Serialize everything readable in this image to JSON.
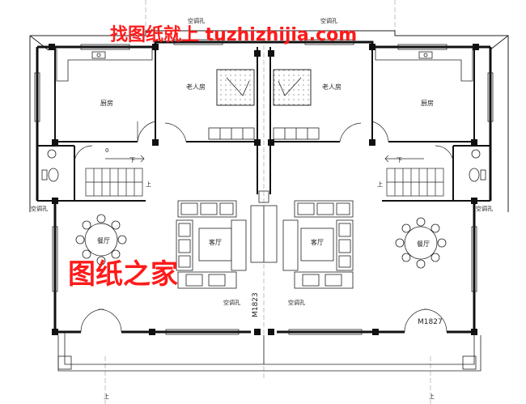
{
  "watermark_top": "找图纸就上 tuzhizhijia.com",
  "watermark_center": "图纸之家",
  "rooms": {
    "kitchen_left": "厨房",
    "kitchen_right": "厨房",
    "elder_left": "老人房",
    "elder_right": "老人房",
    "living_left": "客厅",
    "living_right": "客厅",
    "dining_left": "餐厅",
    "dining_right": "餐厅"
  },
  "ac_holes": {
    "top_left": "空调孔",
    "top_right": "空调孔",
    "side_left": "空调孔",
    "side_right": "空调孔",
    "bottom_left": "空调孔",
    "bottom_right": "空调孔"
  },
  "door_codes": {
    "center": "M1823",
    "right": "M1827"
  },
  "stair_marks": {
    "left_down": "下",
    "right_down": "下",
    "left_up": "上",
    "right_up": "上",
    "zero": "0"
  },
  "entrance_marks": {
    "left": "上",
    "right": "上"
  }
}
